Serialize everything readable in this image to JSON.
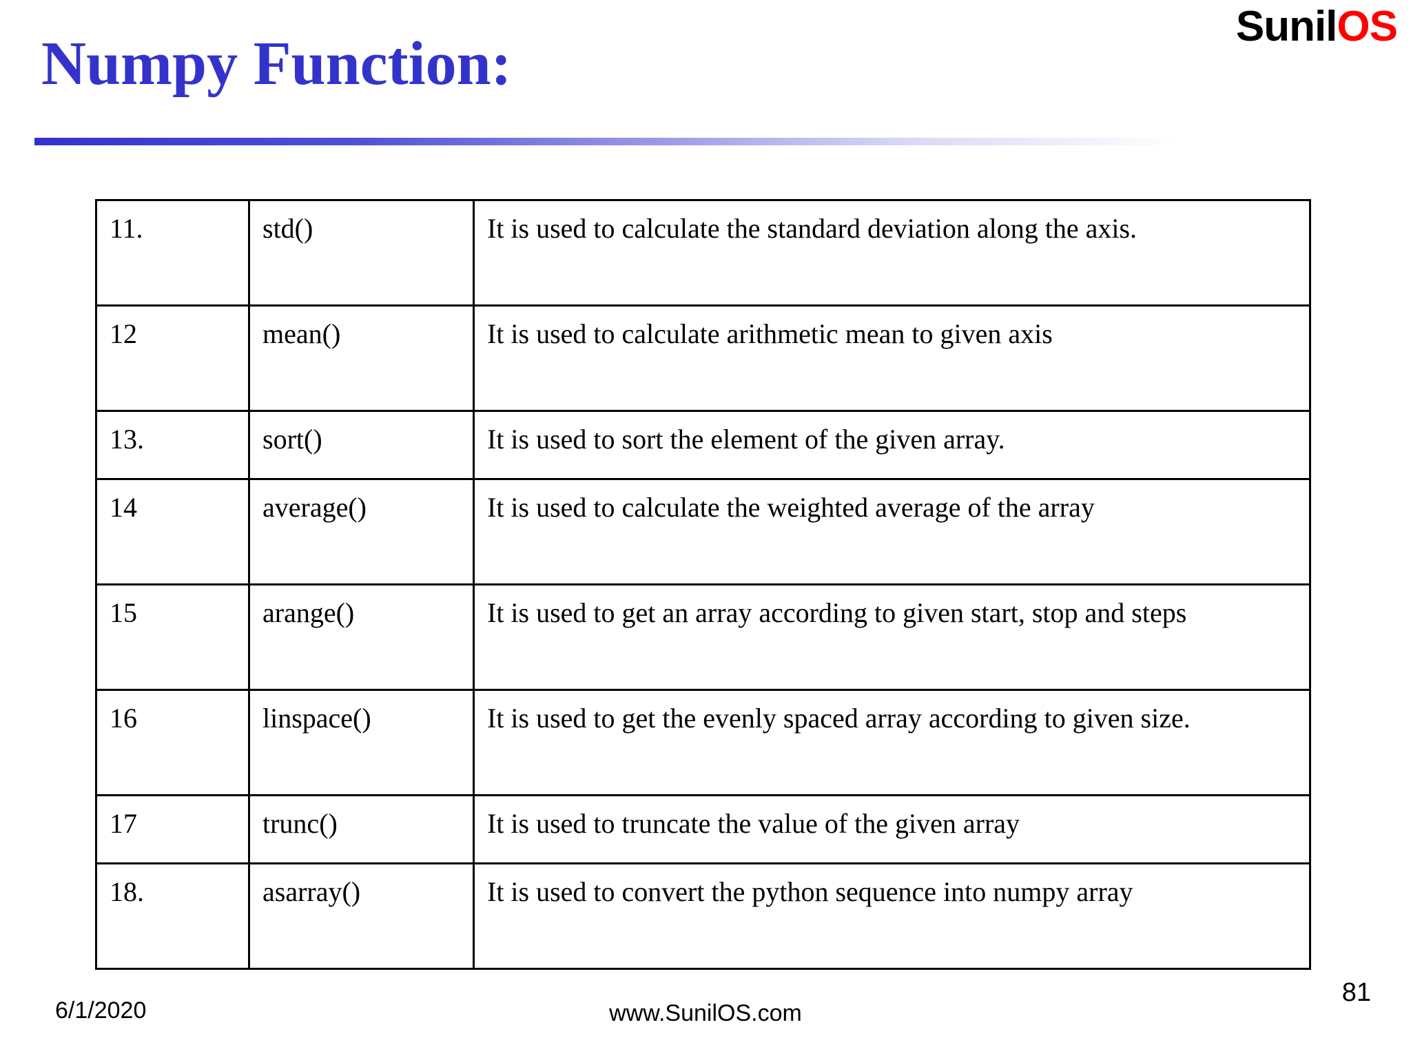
{
  "slide": {
    "title": "Numpy Function:",
    "title_color": "#3333cc",
    "rule_color_start": "#3333cc",
    "rule_color_end": "#ffffff"
  },
  "logo": {
    "part1": "Sunil",
    "part1_color": "#000000",
    "part2": "OS",
    "part2_color": "#ff0000"
  },
  "table": {
    "rows": [
      {
        "no": "11.",
        "fn": "std()",
        "desc": "It is used to calculate the standard deviation along the axis.",
        "lines": 2
      },
      {
        "no": "12",
        "fn": "mean()",
        "desc": "It is used to calculate arithmetic mean to given axis",
        "lines": 2
      },
      {
        "no": "13.",
        "fn": "sort()",
        "desc": "It is used to sort the element of the given array.",
        "lines": 1
      },
      {
        "no": "14",
        "fn": "average()",
        "desc": "It is used to calculate the weighted average of the array",
        "lines": 2
      },
      {
        "no": "15",
        "fn": "arange()",
        "desc": "It is used to get an array according to given start, stop and steps",
        "lines": 2
      },
      {
        "no": "16",
        "fn": "linspace()",
        "desc": "It is used to get the evenly spaced array according to given size.",
        "lines": 2
      },
      {
        "no": "17",
        "fn": "trunc()",
        "desc": "It is used to truncate the value of the given array",
        "lines": 1
      },
      {
        "no": "18.",
        "fn": "asarray()",
        "desc": "It is used to convert the python sequence into numpy array",
        "lines": 2
      }
    ]
  },
  "footer": {
    "date": "6/1/2020",
    "site": "www.SunilOS.com",
    "page": "81"
  }
}
